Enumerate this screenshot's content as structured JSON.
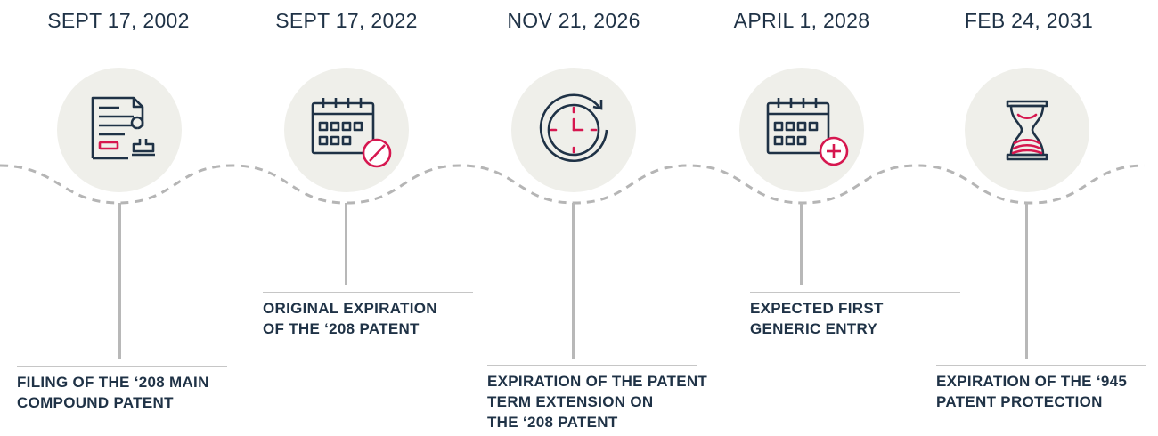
{
  "milestones": [
    {
      "date": "SEPT 17, 2002",
      "icon": "patent-document-stamp-icon",
      "label_lines": [
        "FILING OF THE ‘208 MAIN",
        "COMPOUND PATENT"
      ]
    },
    {
      "date": "SEPT 17, 2022",
      "icon": "calendar-cancel-icon",
      "label_lines": [
        "ORIGINAL EXPIRATION",
        "OF THE ‘208 PATENT"
      ]
    },
    {
      "date": "NOV 21, 2026",
      "icon": "clock-extension-icon",
      "label_lines": [
        "EXPIRATION OF THE PATENT",
        "TERM EXTENSION ON",
        "THE ‘208 PATENT"
      ]
    },
    {
      "date": "APRIL 1, 2028",
      "icon": "calendar-add-icon",
      "label_lines": [
        "EXPECTED FIRST",
        "GENERIC ENTRY"
      ]
    },
    {
      "date": "FEB 24, 2031",
      "icon": "hourglass-icon",
      "label_lines": [
        "EXPIRATION OF THE ‘945",
        "PATENT PROTECTION"
      ]
    }
  ],
  "colors": {
    "navy": "#1f3246",
    "accent": "#d6174f",
    "circle": "#efefea",
    "line": "#b8b8b8",
    "wave": "#b5b5b5"
  }
}
